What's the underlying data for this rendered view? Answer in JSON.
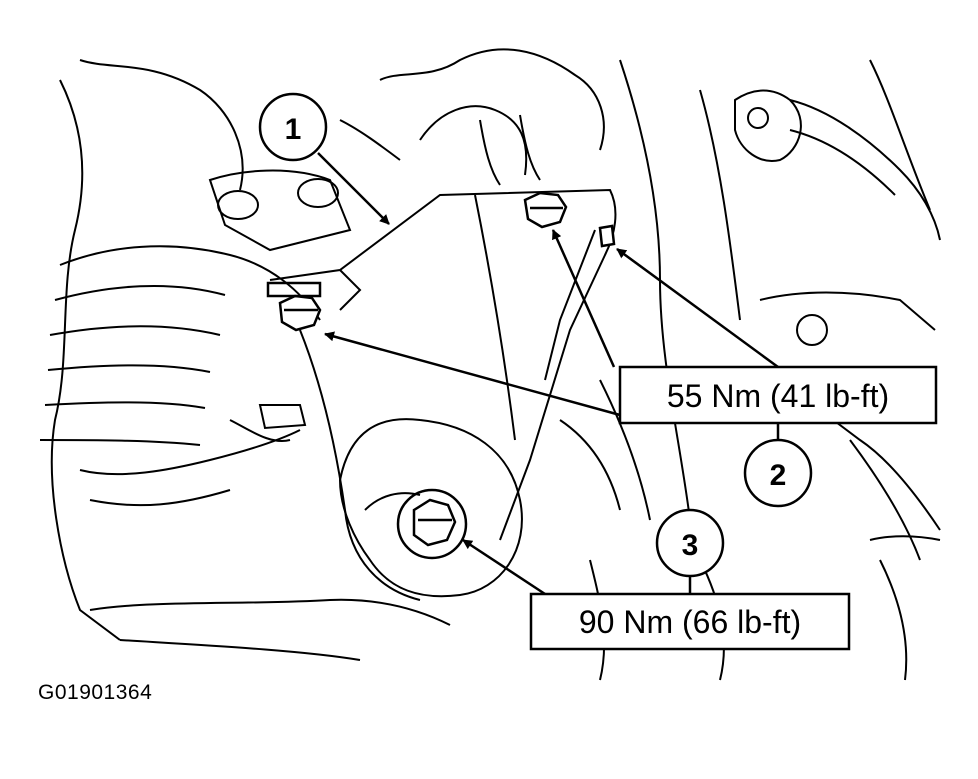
{
  "callouts": [
    {
      "number": "1"
    },
    {
      "number": "2"
    },
    {
      "number": "3"
    }
  ],
  "torque_specs": {
    "bracket_bolts": "55 Nm (41 lb-ft)",
    "through_bolt": "90 Nm (66 lb-ft)"
  },
  "figure_id": "G01901364",
  "colors": {
    "line": "#000000",
    "background": "#ffffff"
  }
}
